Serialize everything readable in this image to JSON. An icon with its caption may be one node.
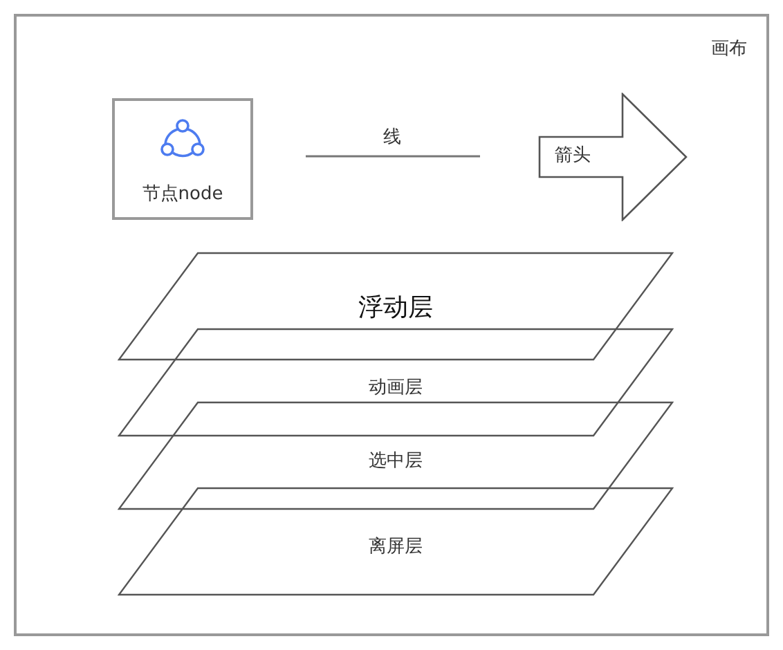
{
  "diagram": {
    "nodes": [
      {
        "text": [
          "画布"
        ]
      },
      {
        "text": [
          "节点node"
        ],
        "in": 0
      },
      {
        "text": [
          "箭头"
        ],
        "in": 0
      },
      {
        "text": [
          "浮动层"
        ],
        "in": 0
      },
      {
        "text": [
          "动画层"
        ],
        "in": 0
      },
      {
        "text": [
          "选中层"
        ],
        "in": 0
      },
      {
        "text": [
          "离屏层"
        ],
        "in": 0
      }
    ],
    "edges": [],
    "labels": [
      "线"
    ]
  }
}
